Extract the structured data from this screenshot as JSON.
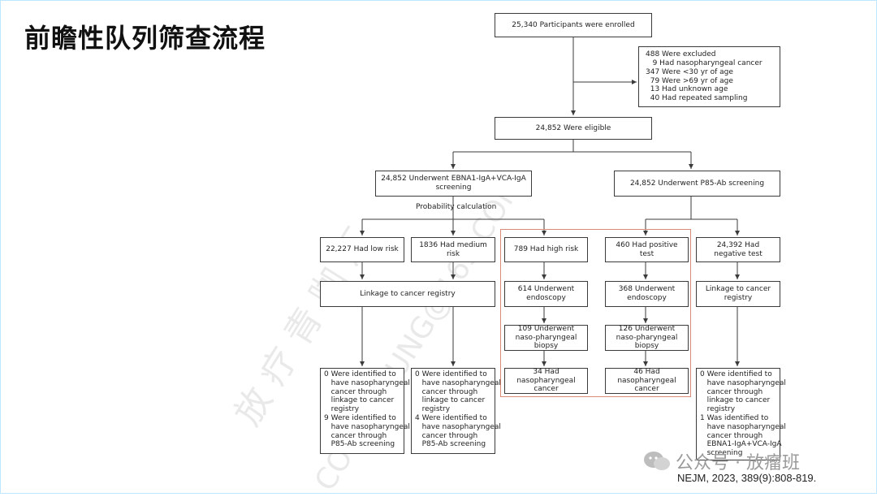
{
  "slide_title": "前瞻性队列筛查流程",
  "citation": "NEJM, 2023, 389(9):808-819.",
  "wechat_label": "公众号 · 放瘤班",
  "watermark_text": "放 疗 青 咖 汇",
  "watermark_url": "COLLEYOUNG@163.COM",
  "flow": {
    "enrolled": "25,340 Participants were enrolled",
    "excluded": [
      "488 Were excluded",
      "   9 Had nasopharyngeal cancer",
      "347 Were <30 yr of age",
      "  79 Were >69 yr of age",
      "  13 Had unknown age",
      "  40 Had repeated sampling"
    ],
    "eligible": "24,852 Were eligible",
    "ebna": "24,852 Underwent EBNA1-IgA+VCA-IgA screening",
    "p85": "24,852 Underwent P85-Ab screening",
    "probability": "Probability calculation",
    "low_risk": "22,227 Had low risk",
    "medium_risk": "1836 Had medium risk",
    "high_risk": "789 Had high risk",
    "positive": "460 Had positive test",
    "negative": "24,392 Had negative test",
    "linkage_left": "Linkage to cancer registry",
    "linkage_right": "Linkage to cancer registry",
    "endo_high": "614 Underwent endoscopy",
    "endo_pos": "368 Underwent endoscopy",
    "biopsy_high": "109 Underwent naso-pharyngeal biopsy",
    "biopsy_pos": "126 Underwent naso-pharyngeal biopsy",
    "npc_high": "34 Had nasopharyngeal cancer",
    "npc_pos": "46 Had nasopharyngeal cancer",
    "outcome_low": [
      "0 Were identified to",
      "   have nasopharyngeal",
      "   cancer through",
      "   linkage to cancer",
      "   registry",
      "9 Were identified to",
      "   have nasopharyngeal",
      "   cancer through",
      "   P85-Ab screening"
    ],
    "outcome_medium": [
      "0 Were identified to",
      "   have nasopharyngeal",
      "   cancer through",
      "   linkage to cancer",
      "   registry",
      "4 Were identified to",
      "   have nasopharyngeal",
      "   cancer through",
      "   P85-Ab screening"
    ],
    "outcome_negative": [
      "0 Were identified to",
      "   have nasopharyngeal",
      "   cancer through",
      "   linkage to cancer",
      "   registry",
      "1 Was identified to",
      "   have nasopharyngeal",
      "   cancer through",
      "   EBNA1-IgA+VCA-IgA",
      "   screening"
    ]
  },
  "colors": {
    "highlight_border": "#d98b78",
    "box_border": "#3b3b3b",
    "frame_border": "#bfe6ff"
  }
}
